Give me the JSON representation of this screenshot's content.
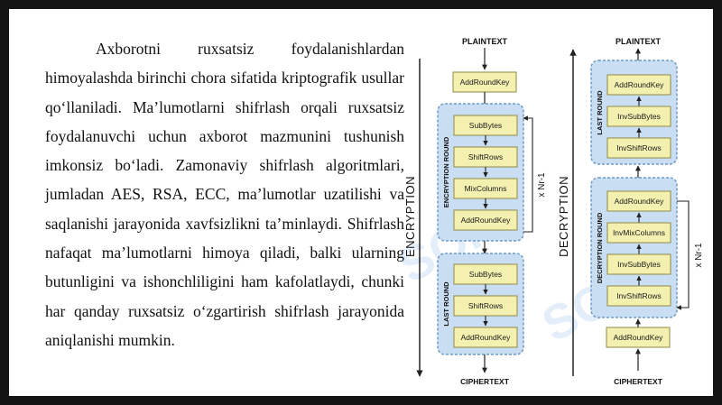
{
  "paragraph": "Axborotni ruxsatsiz foydalanishlardan himoyalashda birinchi chora sifatida kriptografik usullar qo‘llaniladi. Ma’lumotlarni shifrlash orqali ruxsatsiz foydalanuvchi uchun axborot mazmunini tushunish imkonsiz bo‘ladi. Zamonaviy shifrlash algoritmlari, jumladan AES, RSA, ECC, ma’lumotlar uzatilishi va saqlanishi jarayonida xavfsizlikni ta’minlaydi. Shifrlash nafaqat ma’lumotlarni himoya qiladi, balki ularning butunligini va ishonchliligini ham kafolatlaydi, chunki har qanday ruxsatsiz o‘zgartirish shifrlash jarayonida aniqlanishi mumkin.",
  "encryption": {
    "side_label": "ENCRYPTION",
    "top_label": "PLAINTEXT",
    "bottom_label": "CIPHERTEXT",
    "initial_step": "AddRoundKey",
    "main_round_label": "ENCRYPTION ROUND",
    "main_round_steps": [
      "SubBytes",
      "ShiftRows",
      "MixColumns",
      "AddRoundKey"
    ],
    "repeat_label": "x Nr-1",
    "last_round_label": "LAST ROUND",
    "last_round_steps": [
      "SubBytes",
      "ShiftRows",
      "AddRoundKey"
    ]
  },
  "decryption": {
    "side_label": "DECRYPTION",
    "top_label": "PLAINTEXT",
    "bottom_label": "CIPHERTEXT",
    "last_round_label": "LAST ROUND",
    "last_round_steps": [
      "AddRoundKey",
      "InvSubBytes",
      "InvShiftRows"
    ],
    "main_round_label": "DECRYPTION ROUND",
    "main_round_steps": [
      "AddRoundKey",
      "InvMixColumns",
      "InvSubBytes",
      "InvShiftRows"
    ],
    "repeat_label": "x Nr-1",
    "final_step": "AddRoundKey"
  },
  "watermark": "SOFT",
  "colors": {
    "box_fill": "#f4f1b0",
    "box_stroke": "#8f8a45",
    "round_fill": "#c9def2",
    "round_stroke": "#6f9ac4",
    "frame": "#141414"
  }
}
